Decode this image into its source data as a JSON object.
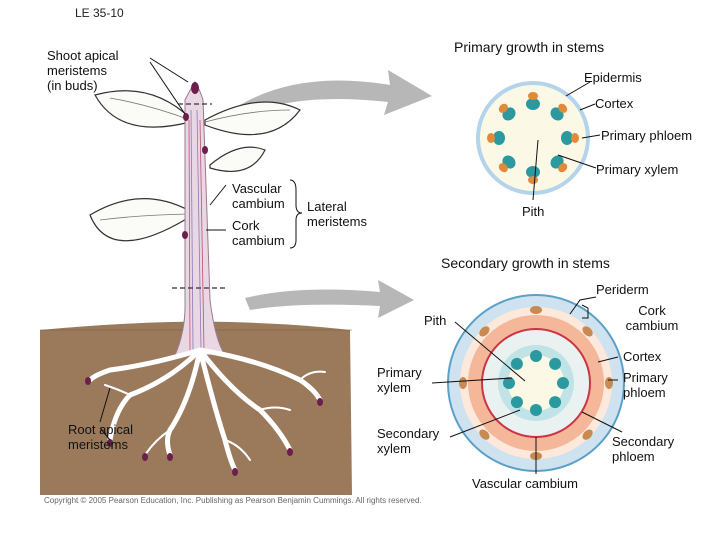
{
  "slide_id": "LE 35-10",
  "copyright": "Copyright © 2005 Pearson Education, Inc. Publishing as Pearson Benjamin Cummings. All rights reserved.",
  "plant": {
    "shoot_apical": "Shoot apical\nmeristems\n(in buds)",
    "vascular_cambium": "Vascular\ncambium",
    "cork_cambium": "Cork\ncambium",
    "lateral_meristems": "Lateral\nmeristems",
    "root_apical": "Root apical\nmeristems"
  },
  "primary": {
    "title": "Primary growth in stems",
    "epidermis": "Epidermis",
    "cortex": "Cortex",
    "phloem": "Primary phloem",
    "xylem": "Primary xylem",
    "pith": "Pith"
  },
  "secondary": {
    "title": "Secondary growth in stems",
    "periderm": "Periderm",
    "cork_cambium": "Cork\ncambium",
    "pith": "Pith",
    "cortex": "Cortex",
    "primary_phloem": "Primary\nphloem",
    "primary_xylem": "Primary\nxylem",
    "secondary_xylem": "Secondary\nxylem",
    "secondary_phloem": "Secondary\nphloem",
    "vascular_cambium": "Vascular cambium"
  },
  "colors": {
    "soil": "#9b7a5c",
    "stem": "#ead7e4",
    "bud": "#6b1f4a",
    "arrow": "#b3b3b3",
    "pith": "#fbf8e6",
    "xylem": "#2a9aa0",
    "phloem": "#e08a3a",
    "periderm": "#cfe2ef",
    "cortex_ring": "#f4b79a",
    "vascular_cambium": "#cc3344"
  }
}
